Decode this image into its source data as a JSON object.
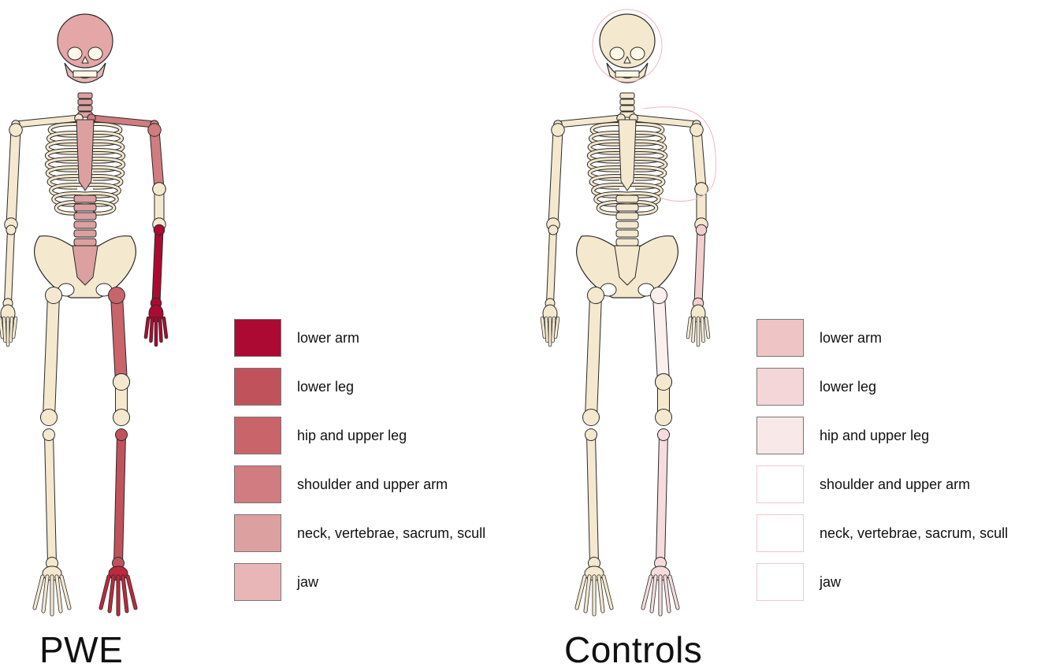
{
  "colors": {
    "bone": "#f4e8cf",
    "outline": "#2a2a2a",
    "lower_arm": "#ac0a32",
    "lower_leg": "#c0525c",
    "hip_upper_leg": "#c8646a",
    "shoulder_upper_arm": "#d07c80",
    "neck_vertebrae": "#dca0a0",
    "jaw": "#e8b6b6",
    "controls_lower_arm": "#efc4c4",
    "controls_lower_leg": "#f4d6d8",
    "controls_hip_upper_leg": "#f8e8e8",
    "controls_faint": "#ffffff"
  },
  "panels": [
    {
      "caption": "PWE",
      "legend": [
        {
          "label": "lower arm",
          "color": "#ac0a32"
        },
        {
          "label": "lower leg",
          "color": "#c0525c"
        },
        {
          "label": "hip and upper leg",
          "color": "#c8646a"
        },
        {
          "label": "shoulder and upper arm",
          "color": "#d07c80"
        },
        {
          "label": "neck, vertebrae, sacrum, scull",
          "color": "#dca0a0"
        },
        {
          "label": "jaw",
          "color": "#e8b6b6"
        }
      ],
      "regions": {
        "skull": "#e4a6a6",
        "jaw": "#e8b6b6",
        "spine": "#dca0a0",
        "left_upper_arm": "#d07c80",
        "left_lower_arm": "#ac0a32",
        "left_hand": "#ac0a32",
        "left_femur": "#c8646a",
        "left_tibia": "#c0525c",
        "left_foot": "#c0283c",
        "pelvis": "#f4e8cf"
      }
    },
    {
      "caption": "Controls",
      "legend": [
        {
          "label": "lower arm",
          "color": "#efc4c4"
        },
        {
          "label": "lower leg",
          "color": "#f4d6d8"
        },
        {
          "label": "hip and upper leg",
          "color": "#f8e8e8"
        },
        {
          "label": "shoulder and upper arm",
          "color": "#ffffff"
        },
        {
          "label": "neck, vertebrae, sacrum, scull",
          "color": "#ffffff"
        },
        {
          "label": "jaw",
          "color": "#ffffff"
        }
      ],
      "regions": {
        "skull": "#f4e8cf",
        "jaw": "#f4e8cf",
        "spine": "#f4e8cf",
        "left_upper_arm": "#f4e8cf",
        "left_lower_arm": "#f2cfcf",
        "left_hand": "#f4e8cf",
        "left_femur": "#fbf0ee",
        "left_tibia": "#f6dcdc",
        "left_foot": "#f6dcdc",
        "pelvis": "#f4e8cf"
      }
    }
  ]
}
